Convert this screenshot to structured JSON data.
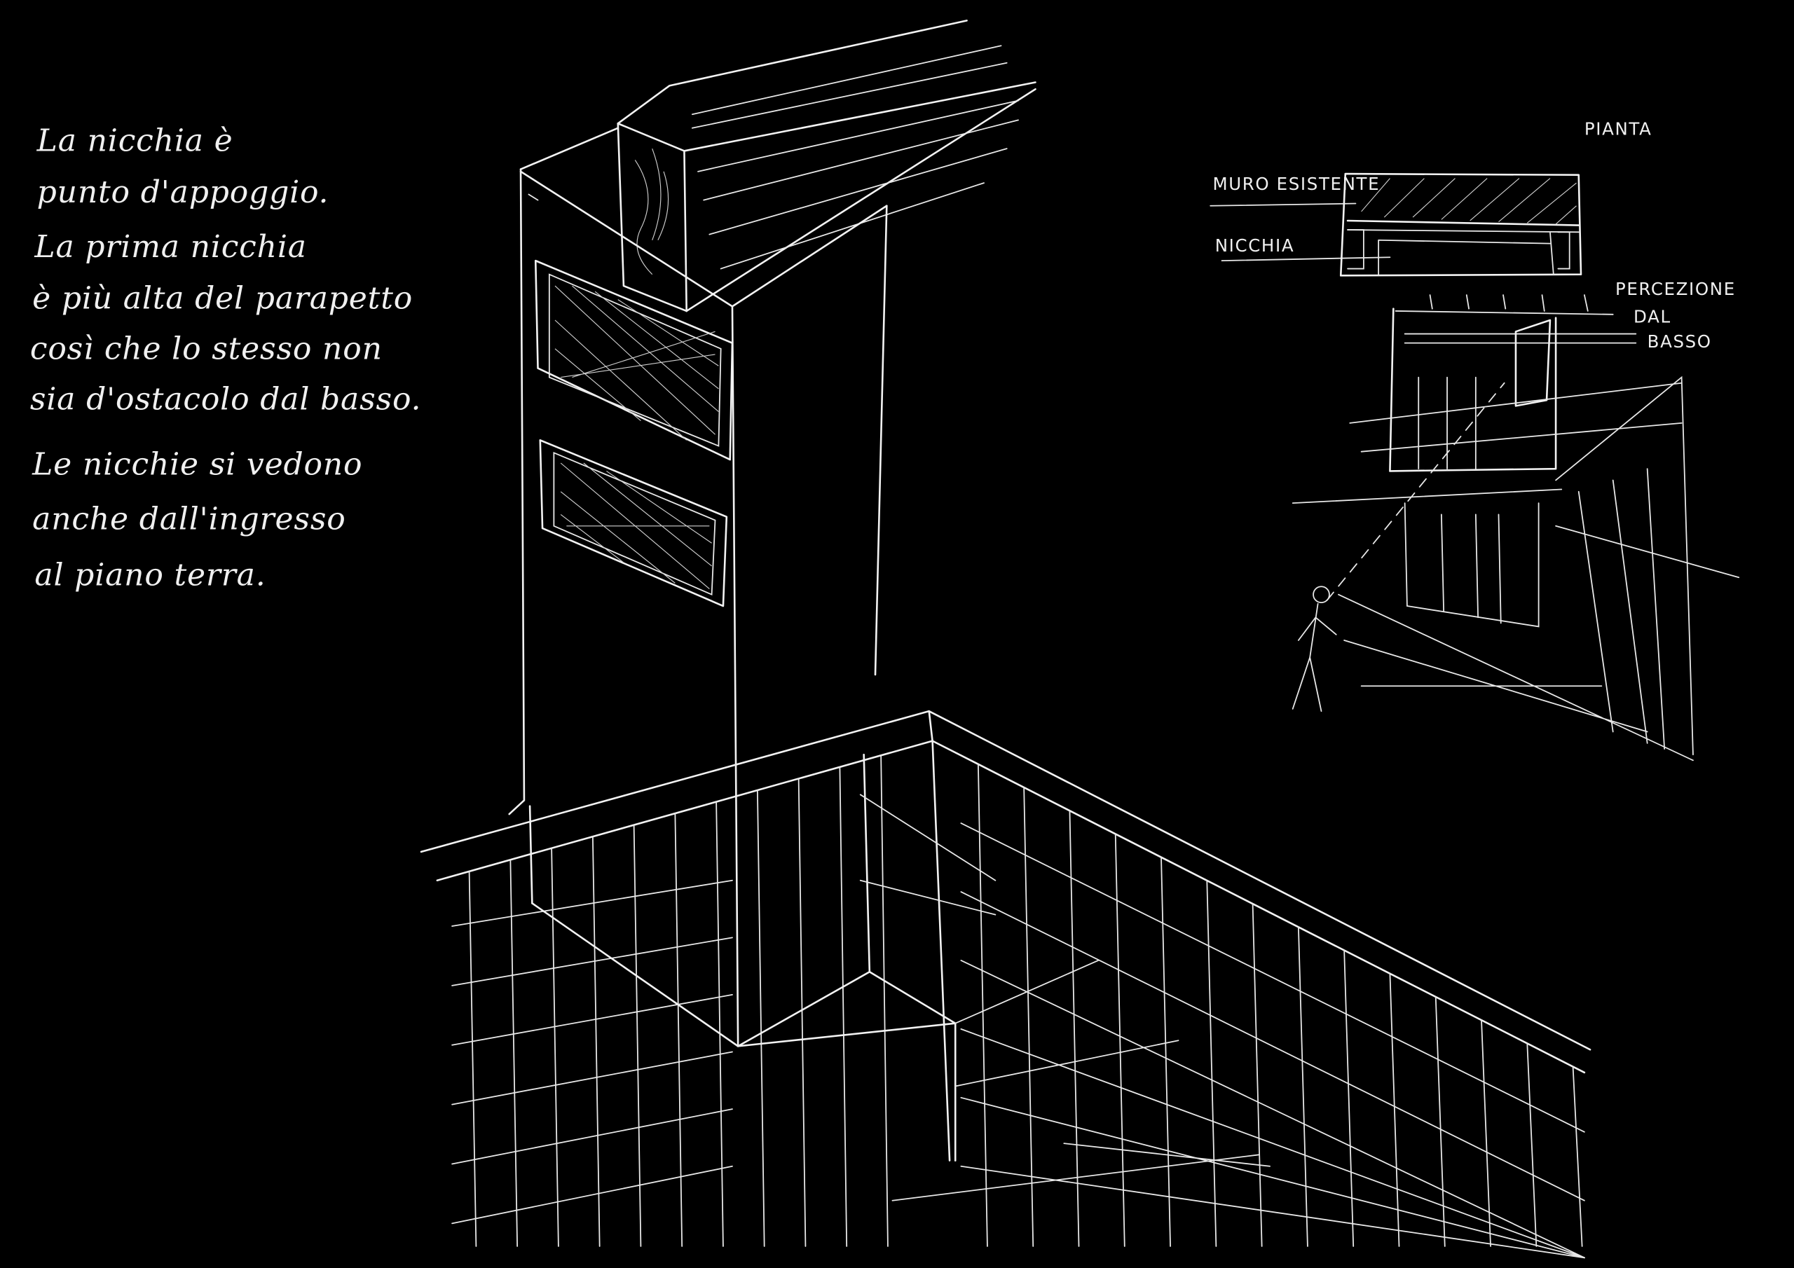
{
  "note": {
    "lines": [
      "La nicchia è",
      "punto d'appoggio.",
      "La prima nicchia",
      "è più alta del parapetto",
      "così che lo stesso non",
      "sia d'ostacolo dal basso.",
      "Le nicchie si vedono",
      "anche dall'ingresso",
      "al piano terra."
    ]
  },
  "plan": {
    "title": "PIANTA",
    "label_wall": "MURO ESISTENTE",
    "label_niche": "NICCHIA"
  },
  "perception": {
    "label_line1": "PERCEZIONE",
    "label_line2": "DAL",
    "label_line3": "BASSO"
  },
  "colors": {
    "background": "#000000",
    "ink": "#f2f2f2"
  }
}
